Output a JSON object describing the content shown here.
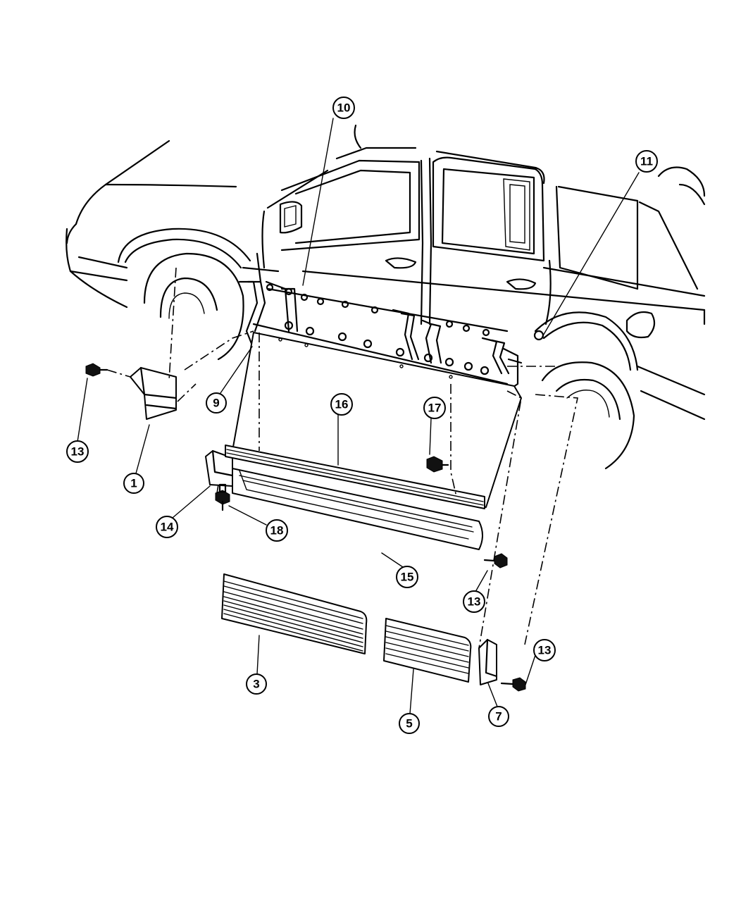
{
  "callouts": [
    {
      "label": "1"
    },
    {
      "label": "3"
    },
    {
      "label": "5"
    },
    {
      "label": "7"
    },
    {
      "label": "9"
    },
    {
      "label": "10"
    },
    {
      "label": "11"
    },
    {
      "label": "13"
    },
    {
      "label": "13"
    },
    {
      "label": "13"
    },
    {
      "label": "14"
    },
    {
      "label": "15"
    },
    {
      "label": "16"
    },
    {
      "label": "17"
    },
    {
      "label": "18"
    }
  ]
}
